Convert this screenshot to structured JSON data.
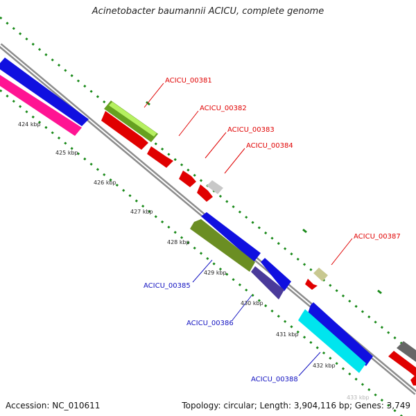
{
  "title": "Acinetobacter baumannii ACICU, complete genome",
  "footer": {
    "accession": "Accession: NC_010611",
    "summary": "Topology: circular; Length: 3,904,116 bp; Genes: 3,749"
  },
  "ticks": [
    "424 kbp",
    "425 kbp",
    "426 kbp",
    "427 kbp",
    "428 kbp",
    "429 kbp",
    "430 kbp",
    "431 kbp",
    "432 kbp",
    "433 kbp"
  ],
  "colors": {
    "forward_label": "#e00000",
    "reverse_label": "#1010c0",
    "backbone": "#8c8c8c",
    "dots": "#1a8a1a"
  },
  "genes": [
    {
      "id": "ACICU_00381",
      "strand": "forward",
      "color": "#e00000"
    },
    {
      "id": "ACICU_00382",
      "strand": "forward",
      "color": "#e00000"
    },
    {
      "id": "ACICU_00383",
      "strand": "forward",
      "color": "#e00000"
    },
    {
      "id": "ACICU_00384",
      "strand": "forward",
      "color": "#e00000"
    },
    {
      "id": "ACICU_00385",
      "strand": "reverse",
      "color": "#1010c0"
    },
    {
      "id": "ACICU_00386",
      "strand": "reverse",
      "color": "#1010c0"
    },
    {
      "id": "ACICU_00387",
      "strand": "forward",
      "color": "#e00000"
    },
    {
      "id": "ACICU_00388",
      "strand": "reverse",
      "color": "#1010c0"
    }
  ]
}
